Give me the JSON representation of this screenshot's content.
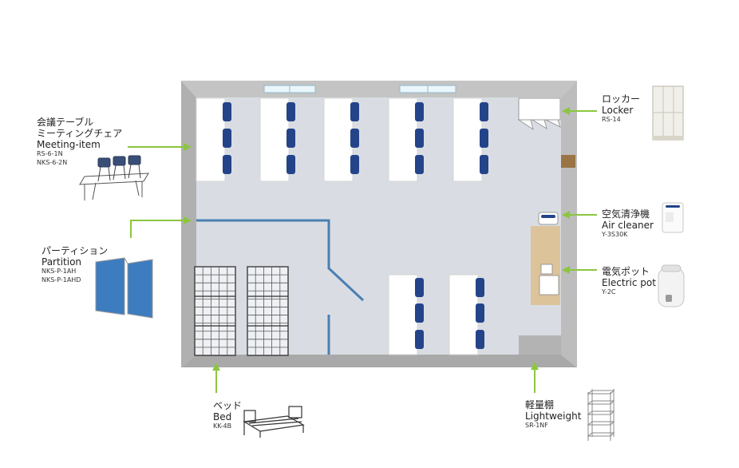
{
  "labels": {
    "meeting": {
      "jp1": "会議テーブル",
      "jp2": "ミーティングチェア",
      "en": "Meeting-item",
      "models": [
        "RS-6-1N",
        "NKS-6-2N"
      ]
    },
    "partition": {
      "jp": "パーティション",
      "en": "Partition",
      "models": [
        "NKS-P-1AH",
        "NKS-P-1AHD"
      ]
    },
    "bed": {
      "jp": "ベッド",
      "en": "Bed",
      "models": [
        "KK-4B"
      ]
    },
    "locker": {
      "jp": "ロッカー",
      "en": "Locker",
      "models": [
        "RS-14"
      ]
    },
    "air": {
      "jp": "空気清浄機",
      "en": "Air cleaner",
      "models": [
        "Y-3S30K"
      ]
    },
    "pot": {
      "jp": "電気ポット",
      "en": "Electric pot",
      "models": [
        "Y-2C"
      ]
    },
    "shelf": {
      "jp": "軽量棚",
      "en": "Lightweight",
      "models": [
        "SR-1NF"
      ]
    }
  },
  "colors": {
    "wall": "#b5b5b5",
    "floor": "#d9dde3",
    "chair": "#24448a",
    "arrow": "#8cc63f",
    "partition_line": "#4a7fb2",
    "counter": "#dcc39a",
    "wood": "#9a7444"
  }
}
